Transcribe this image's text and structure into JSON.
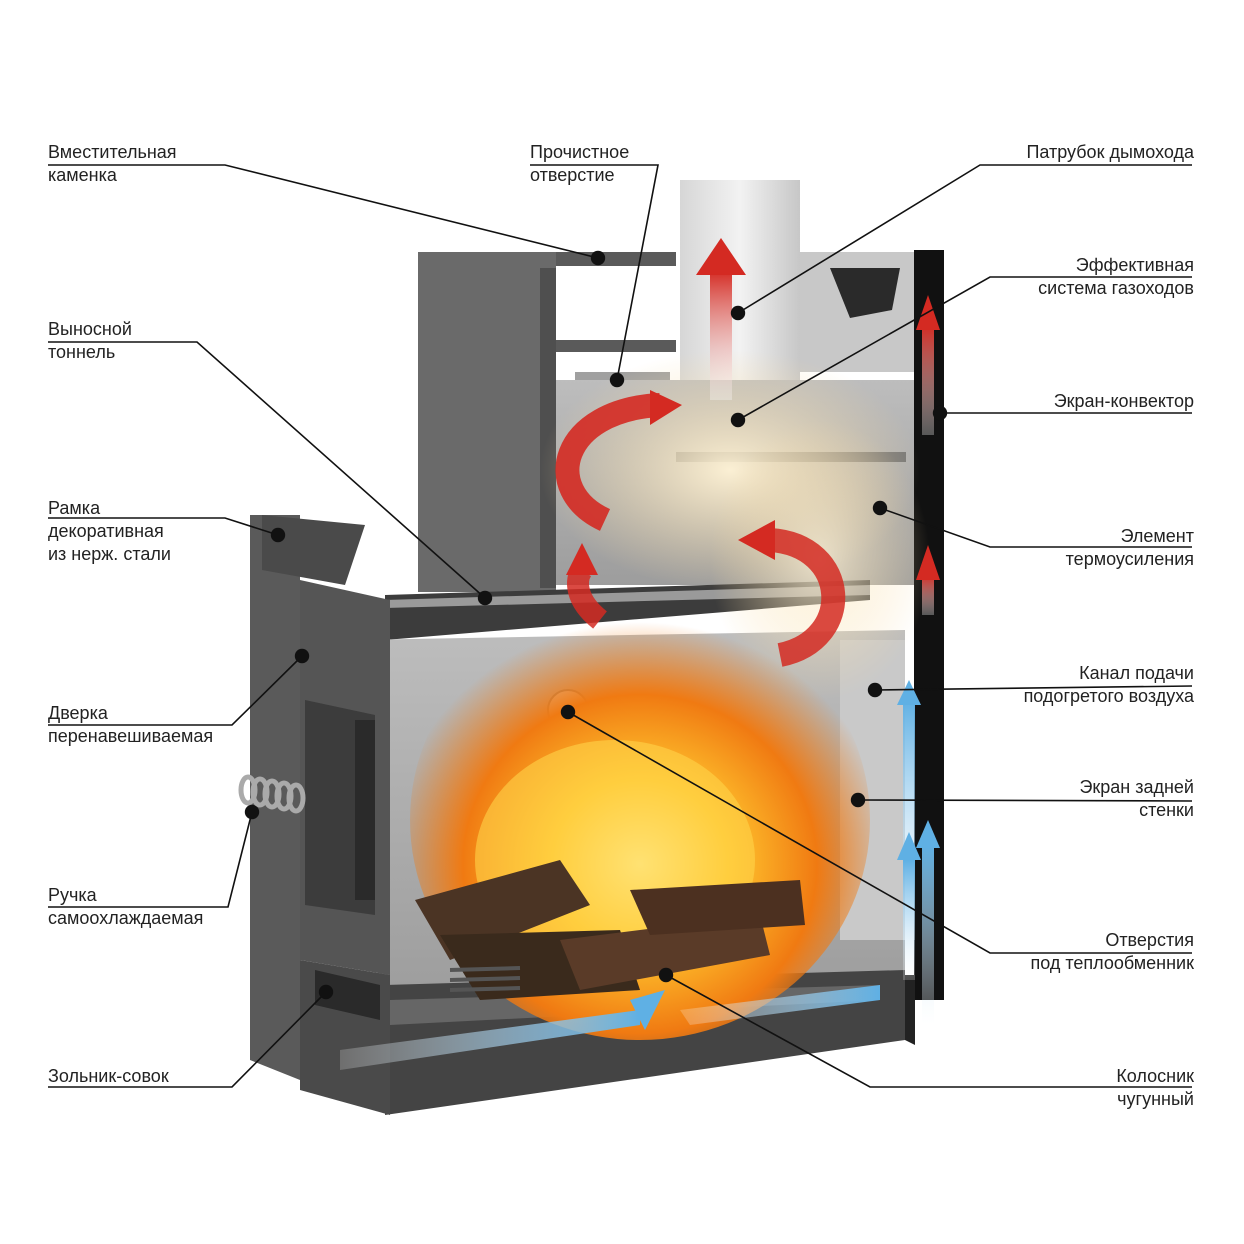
{
  "labels": {
    "kamenka": {
      "l1": "Вместительная",
      "l2": "каменка"
    },
    "cleanout": {
      "l1": "Прочистное",
      "l2": "отверстие"
    },
    "flue_pipe": {
      "l1": "Патрубок дымохода"
    },
    "gas_ducts": {
      "l1": "Эффективная",
      "l2": "система газоходов"
    },
    "tunnel": {
      "l1": "Выносной",
      "l2": "тоннель"
    },
    "convector": {
      "l1": "Экран-конвектор"
    },
    "frame": {
      "l1": "Рамка",
      "l2": "декоративная",
      "l3": "из нерж. стали"
    },
    "thermo": {
      "l1": "Элемент",
      "l2": "термоусиления"
    },
    "door": {
      "l1": "Дверка",
      "l2": "перенавешиваемая"
    },
    "air_chan": {
      "l1": "Канал подачи",
      "l2": "подогретого воздуха"
    },
    "back_screen": {
      "l1": "Экран задней",
      "l2": "стенки"
    },
    "handle": {
      "l1": "Ручка",
      "l2": "самоохлаждаемая"
    },
    "heat_holes": {
      "l1": "Отверстия",
      "l2": "под теплообменник"
    },
    "ash_pan": {
      "l1": "Зольник-совок"
    },
    "grate": {
      "l1": "Колосник",
      "l2": "чугунный"
    }
  },
  "colors": {
    "hot_arrow": "#d42a22",
    "cold_arrow": "#6ab3e0",
    "steel": "#8c8c8c",
    "dark_steel": "#3a3a3a"
  }
}
